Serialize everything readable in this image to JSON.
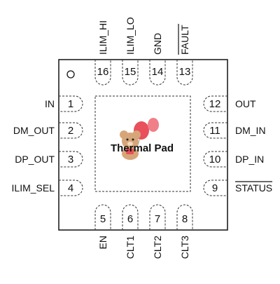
{
  "package": {
    "thermal_pad_label": "Thermal Pad",
    "colors": {
      "outline": "#111111",
      "dash": "#333333",
      "heart": "#e8505b",
      "bear": "#d6a679"
    },
    "pins": [
      {
        "num": "1",
        "signal": "IN",
        "overline": false
      },
      {
        "num": "2",
        "signal": "DM_OUT",
        "overline": false
      },
      {
        "num": "3",
        "signal": "DP_OUT",
        "overline": false
      },
      {
        "num": "4",
        "signal": "ILIM_SEL",
        "overline": false
      },
      {
        "num": "5",
        "signal": "EN",
        "overline": false
      },
      {
        "num": "6",
        "signal": "CLT1",
        "overline": false
      },
      {
        "num": "7",
        "signal": "CLT2",
        "overline": false
      },
      {
        "num": "8",
        "signal": "CLT3",
        "overline": false
      },
      {
        "num": "9",
        "signal": "STATUS",
        "overline": true
      },
      {
        "num": "10",
        "signal": "DP_IN",
        "overline": false
      },
      {
        "num": "11",
        "signal": "DM_IN",
        "overline": false
      },
      {
        "num": "12",
        "signal": "OUT",
        "overline": false
      },
      {
        "num": "13",
        "signal": "FAULT",
        "overline": true
      },
      {
        "num": "14",
        "signal": "GND",
        "overline": false
      },
      {
        "num": "15",
        "signal": "ILIM_LO",
        "overline": false
      },
      {
        "num": "16",
        "signal": "ILIM_HI",
        "overline": false
      }
    ]
  }
}
